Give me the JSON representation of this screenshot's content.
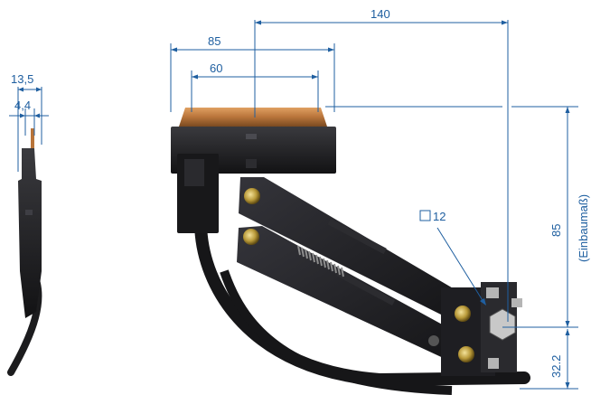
{
  "side_view": {
    "dim_width_outer": "13,5",
    "dim_width_inner": "4,4"
  },
  "front_view": {
    "dim_total_length": "140",
    "dim_contact_outer": "85",
    "dim_contact_inner": "60",
    "dim_square": "12",
    "dim_mount_height": "85",
    "dim_mount_height_note": "(Einbaumaß)",
    "dim_bottom": "32.2"
  },
  "colors": {
    "dimension": "#1f5fa0",
    "contact_carbon": "#b8743a",
    "housing": "#1c1c1e",
    "spring": "#8d8d8d"
  }
}
